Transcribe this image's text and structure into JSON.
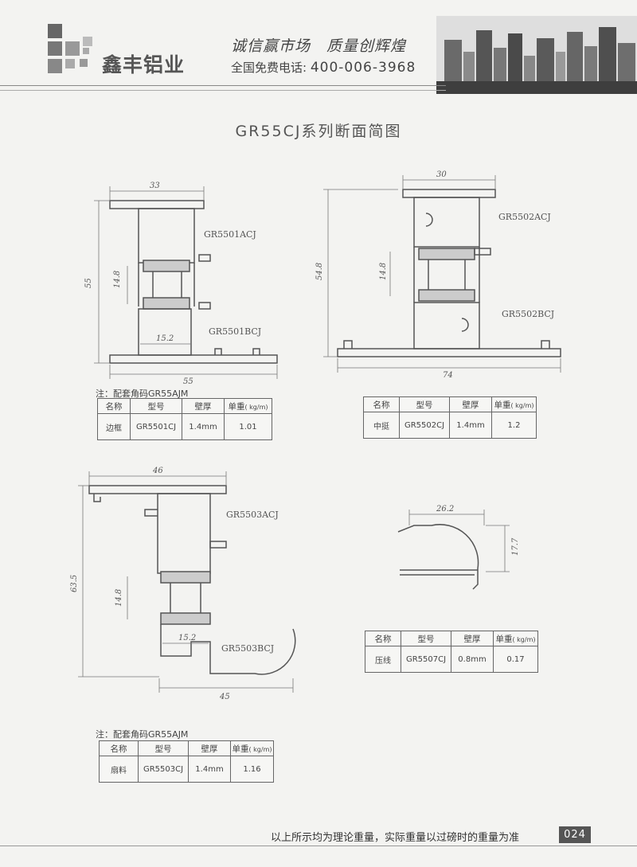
{
  "header": {
    "brand": "鑫丰铝业",
    "slogan": "诚信赢市场　质量创辉煌",
    "phone_label": "全国免费电话:",
    "phone_number": "400-006-3968"
  },
  "title": "GR55CJ系列断面简图",
  "drawings": {
    "d1": {
      "top": "33",
      "left": "55",
      "mid": "14.8",
      "inner": "15.2",
      "bottom": "55",
      "label_a": "GR5501ACJ",
      "label_b": "GR5501BCJ"
    },
    "d2": {
      "top": "30",
      "left": "54.8",
      "mid": "14.8",
      "bottom": "74",
      "label_a": "GR5502ACJ",
      "label_b": "GR5502BCJ"
    },
    "d3": {
      "top": "46",
      "left": "63.5",
      "mid": "14.8",
      "inner": "15.2",
      "bottom": "45",
      "label_a": "GR5503ACJ",
      "label_b": "GR5503BCJ"
    },
    "d4": {
      "top": "26.2",
      "right": "17.7"
    }
  },
  "tables": {
    "headers": [
      "名称",
      "型号",
      "壁厚",
      "单重"
    ],
    "unit": "( kg/m)",
    "t1": {
      "note": "注：配套角码GR55AJM",
      "row": [
        "边框",
        "GR5501CJ",
        "1.4mm",
        "1.01"
      ]
    },
    "t2": {
      "row": [
        "中挺",
        "GR5502CJ",
        "1.4mm",
        "1.2"
      ]
    },
    "t3": {
      "row": [
        "压线",
        "GR5507CJ",
        "0.8mm",
        "0.17"
      ]
    },
    "t4": {
      "note": "注：配套角码GR55AJM",
      "row": [
        "扇料",
        "GR5503CJ",
        "1.4mm",
        "1.16"
      ]
    }
  },
  "footer": {
    "text": "以上所示均为理论重量，实际重量以过磅时的重量为准",
    "page": "024"
  }
}
